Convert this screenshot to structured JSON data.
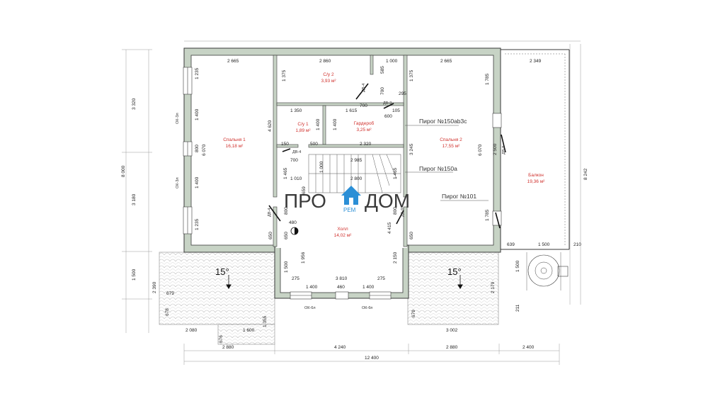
{
  "logo": {
    "left": "ПРО",
    "right": "ДОМ",
    "sub": "РЕМ"
  },
  "rooms": [
    {
      "name": "С/у 2",
      "area": "3,93 м²"
    },
    {
      "name": "С/у 1",
      "area": "1,89 м²"
    },
    {
      "name": "Гардероб",
      "area": "3,25 м²"
    },
    {
      "name": "Спальня 1",
      "area": "16,18 м²"
    },
    {
      "name": "Спальня 2",
      "area": "17,55 м²"
    },
    {
      "name": "Холл",
      "area": "14,02 м²"
    },
    {
      "name": "Балкон",
      "area": "19,36 м²"
    }
  ],
  "callouts": [
    "Пирог №150ab3c",
    "Пирог №150a",
    "Пирог №101"
  ],
  "roof_slopes": [
    "15°",
    "15°"
  ],
  "windows": [
    "ОК-3л",
    "ОК-3л",
    "ОК-6л",
    "ОК-6п"
  ],
  "doors": [
    "ДВ-4",
    "ДВ-3",
    "ДВ-4",
    "ДВ-4",
    "ДВ-9",
    "ДВ-9"
  ],
  "dims_top": [
    "2 665",
    "2 860",
    "1 000",
    "2 665",
    "2 349"
  ],
  "dims_inner_h": [
    "1 350",
    "1 615",
    "600",
    "295",
    "105",
    "700",
    "500",
    "150",
    "700",
    "2 320",
    "2 985",
    "1 010",
    "2 800",
    "480",
    "275",
    "3 810",
    "275",
    "1 400",
    "460",
    "1 400",
    "639",
    "1 500",
    "210",
    "679",
    "2 080",
    "1 600",
    "3 002"
  ],
  "dims_inner_v": [
    "1 235",
    "1 400",
    "800",
    "1 400",
    "1 235",
    "1 375",
    "585",
    "700",
    "1 375",
    "4 620",
    "6 070",
    "1 400",
    "1 400",
    "3 245",
    "1 465",
    "1 000",
    "1 465",
    "659",
    "800",
    "650",
    "650",
    "1 956",
    "1 500",
    "4 415",
    "800",
    "2 150",
    "650",
    "1 785",
    "2 500",
    "6 070",
    "1 785",
    "8 242",
    "1 500",
    "2 179",
    "211",
    "678",
    "676",
    "1 355",
    "2 390",
    "679"
  ],
  "dims_left": [
    "3 320",
    "8 000",
    "3 180",
    "1 500"
  ],
  "dims_bottom": [
    "2 880",
    "4 240",
    "2 880",
    "2 400"
  ],
  "dim_total": "12 400"
}
